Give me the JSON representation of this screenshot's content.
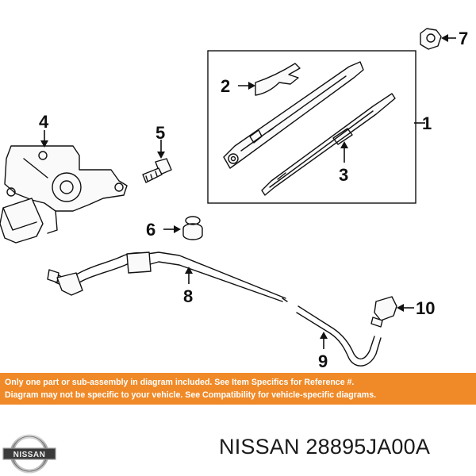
{
  "callouts": {
    "n1": "1",
    "n2": "2",
    "n3": "3",
    "n4": "4",
    "n5": "5",
    "n6": "6",
    "n7": "7",
    "n8": "8",
    "n9": "9",
    "n10": "10"
  },
  "disclaimer": {
    "line1": "Only one part or sub-assembly in diagram included. See Item Specifics for Reference #.",
    "line2": "Diagram may not be specific to your vehicle. See Compatibility for vehicle-specific diagrams.",
    "background": "#f08a28",
    "text_color": "#ffffff"
  },
  "logo": {
    "text": "NISSAN",
    "icon": "nissan-logo-icon"
  },
  "caption": {
    "text": "NISSAN 28895JA00A"
  }
}
